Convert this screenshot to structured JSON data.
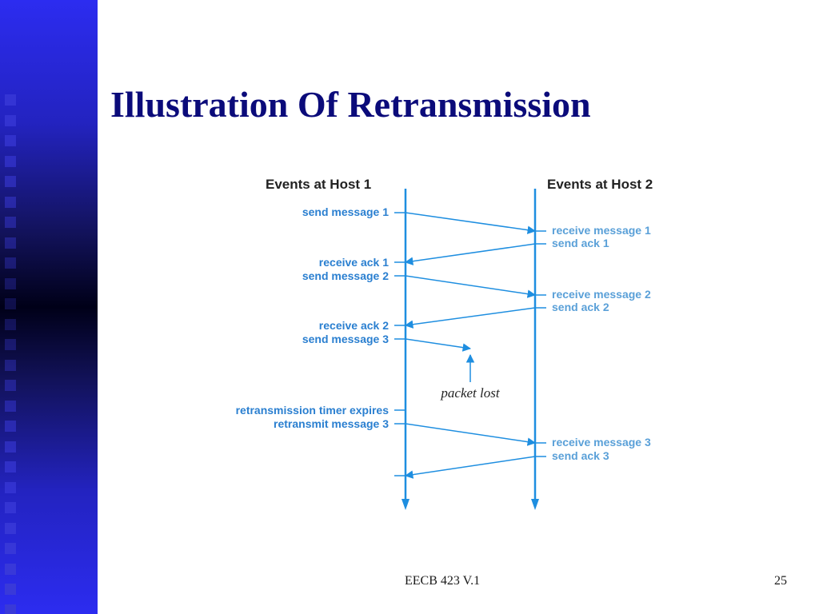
{
  "slide": {
    "title": "Illustration Of Retransmission",
    "footer_text": "EECB 423 V.1",
    "page_number": "25"
  },
  "diagram": {
    "host1_header": "Events at Host 1",
    "host2_header": "Events at Host 2",
    "host1_events": [
      "send message 1",
      "receive ack 1",
      "send message 2",
      "receive ack 2",
      "send message 3",
      "retransmission timer expires",
      "retransmit message 3"
    ],
    "host2_events": [
      "receive message 1",
      "send ack 1",
      "receive message 2",
      "send ack 2",
      "receive message 3",
      "send ack 3"
    ],
    "lost_label": "packet lost"
  },
  "colors": {
    "title": "#0b0b7a",
    "timeline": "#1e8ee0",
    "label_blue": "#2a7fd0",
    "label_host2": "#5aa0d8",
    "sidebar_square": "#3a3ad8"
  }
}
